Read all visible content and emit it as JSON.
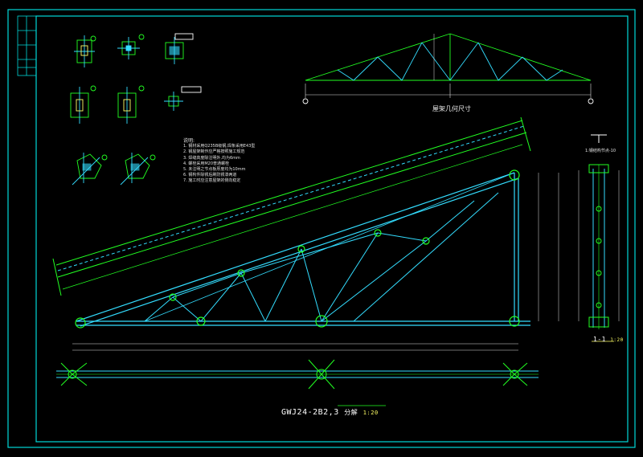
{
  "colors": {
    "background": "#000000",
    "frame": "#00d8d8",
    "member_green": "#22ff22",
    "member_cyan": "#33ddff",
    "dimension": "#e0e0e0",
    "label_box": "#00ff66",
    "text_white": "#ffffff"
  },
  "drawing": {
    "main_title": "GWJ24-2B2,3",
    "main_title_suffix": "分解",
    "main_title_scale": "1:20",
    "section_title": "1-1",
    "section_scale": "1:20",
    "overview_caption": "屋架几何尺寸",
    "section_note": "1:钢结构节点-10"
  },
  "notes": {
    "heading": "说明:",
    "lines": [
      "1. 钢材采用Q235B级钢,焊条采用E43型",
      "2. 钢屋架制作应严格按照施工规范",
      "3. 焊缝高度除注明外,均为6mm",
      "4. 螺栓采用M20普通螺栓",
      "5. 未注明之节点板厚度均为10mm",
      "6. 钢构件除锈后刷防锈漆两道",
      "7. 施工时应注意屋架的侧向稳定"
    ]
  },
  "icons": {
    "overview_support": "support-circle-icon",
    "section_mark": "section-mark-icon"
  }
}
